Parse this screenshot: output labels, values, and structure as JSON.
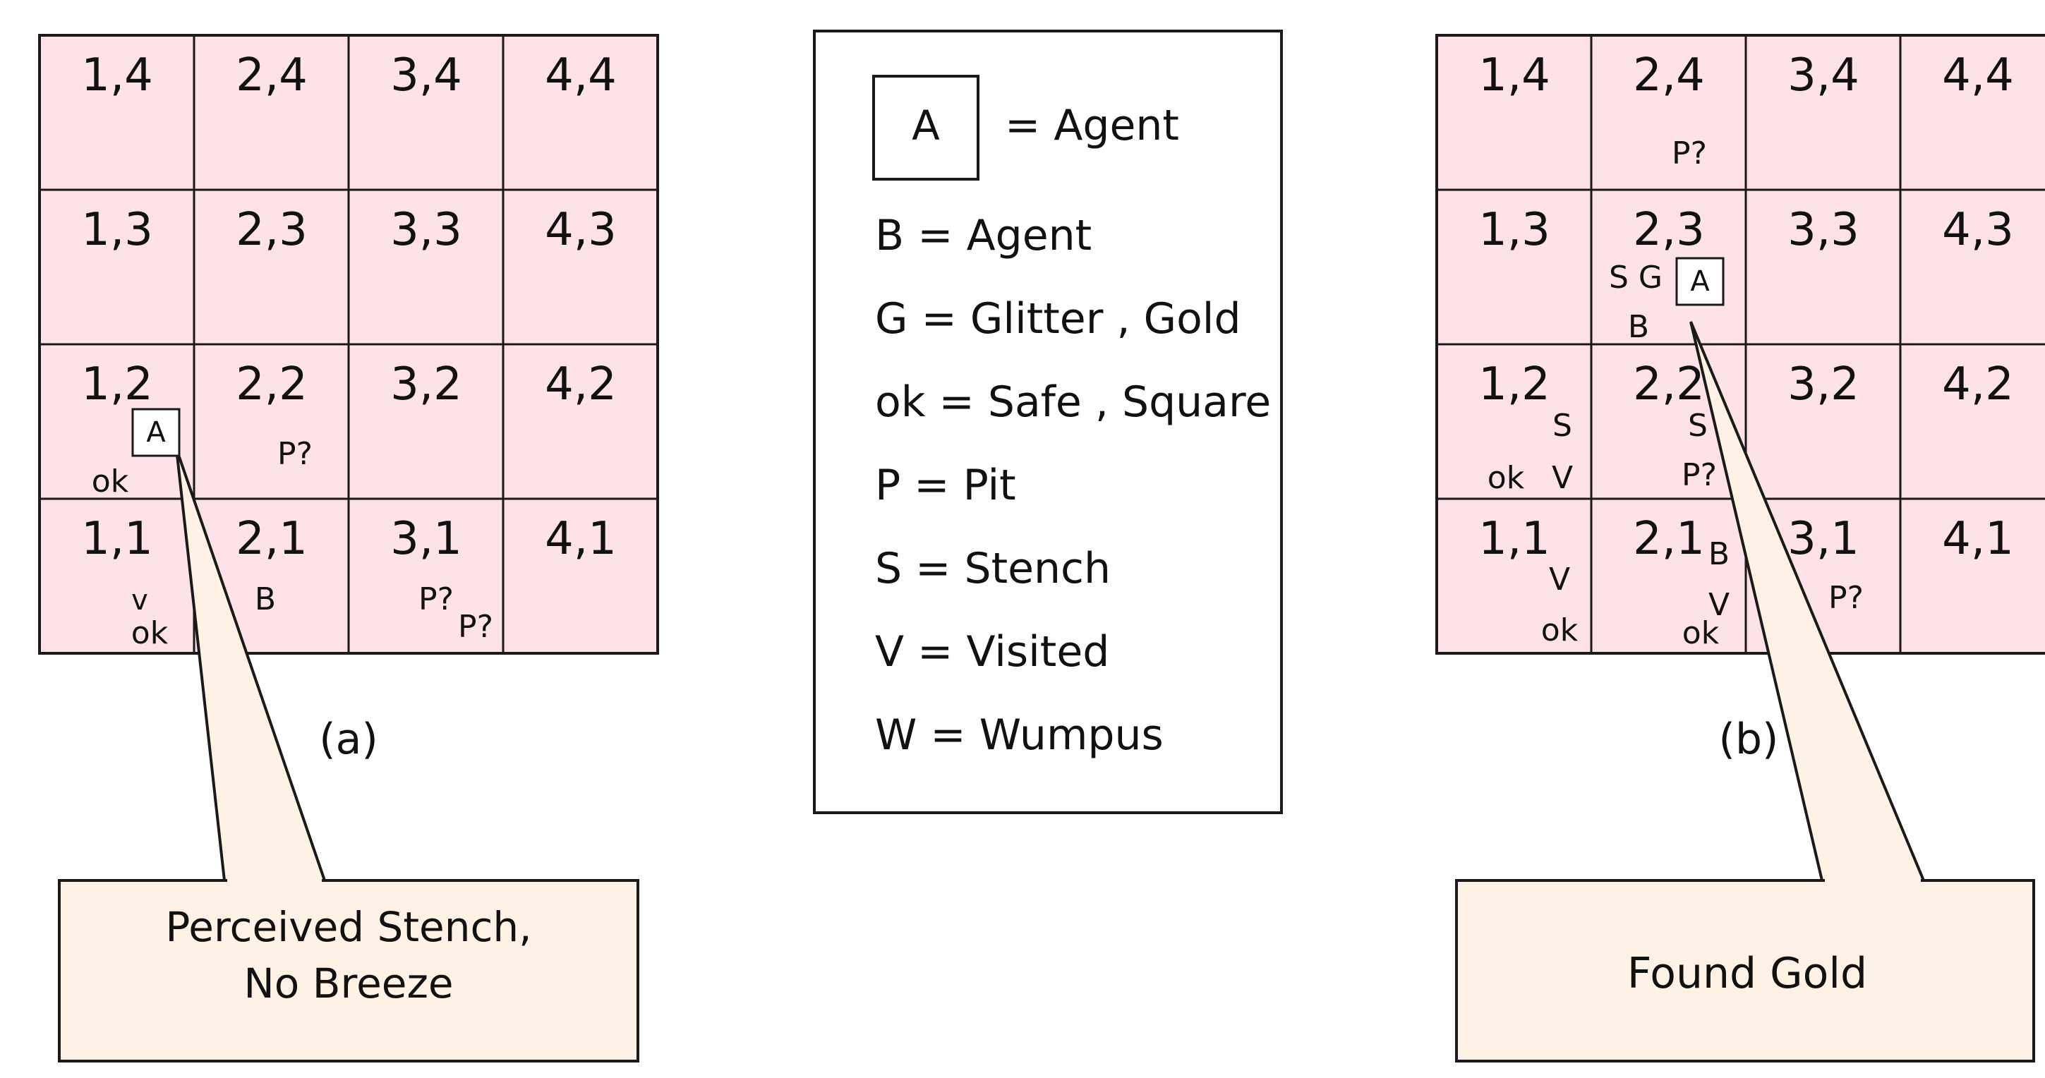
{
  "colors": {
    "cell_fill": "#fde3e7",
    "callout_fill": "#fdf2e3",
    "stroke": "#1a1a1a",
    "background": "#ffffff"
  },
  "grid_a": {
    "caption": "(a)",
    "cells": {
      "1,4": "1,4",
      "2,4": "2,4",
      "3,4": "3,4",
      "4,4": "4,4",
      "1,3": "1,3",
      "2,3": "2,3",
      "3,3": "3,3",
      "4,3": "4,3",
      "1,2": "1,2",
      "2,2": "2,2",
      "3,2": "3,2",
      "4,2": "4,2",
      "1,1": "1,1",
      "2,1": "2,1",
      "3,1": "3,1",
      "4,1": "4,1"
    },
    "marks": {
      "agent": "A",
      "ok_12": "ok",
      "p_22": "P?",
      "v_11": "v",
      "ok_11": "ok",
      "b_21": "B",
      "p_31a": "P?",
      "p_31b": "P?"
    },
    "callout_line1": "Perceived Stench,",
    "callout_line2": "No Breeze"
  },
  "legend": {
    "agent_symbol": "A",
    "agent_text": "= Agent",
    "items": [
      "B = Agent",
      "G = Glitter , Gold",
      "ok = Safe , Square",
      "P = Pit",
      "S = Stench",
      "V = Visited",
      "W = Wumpus"
    ]
  },
  "grid_b": {
    "caption": "(b)",
    "cells": {
      "1,4": "1,4",
      "2,4": "2,4",
      "3,4": "3,4",
      "4,4": "4,4",
      "1,3": "1,3",
      "2,3": "2,3",
      "3,3": "3,3",
      "4,3": "4,3",
      "1,2": "1,2",
      "2,2": "2,2",
      "3,2": "3,2",
      "4,2": "4,2",
      "1,1": "1,1",
      "2,1": "2,1",
      "3,1": "3,1",
      "4,1": "4,1"
    },
    "marks": {
      "p_24": "P?",
      "sg_23": "S G",
      "agent": "A",
      "b_23": "B",
      "s_12": "S",
      "ok_12": "ok",
      "v_12": "V",
      "s_22": "S",
      "p_22": "P?",
      "v_11": "V",
      "ok_11": "ok",
      "b_21": "B",
      "v_21": "V",
      "ok_21": "ok",
      "p_31": "P?"
    },
    "callout_text": "Found Gold"
  }
}
